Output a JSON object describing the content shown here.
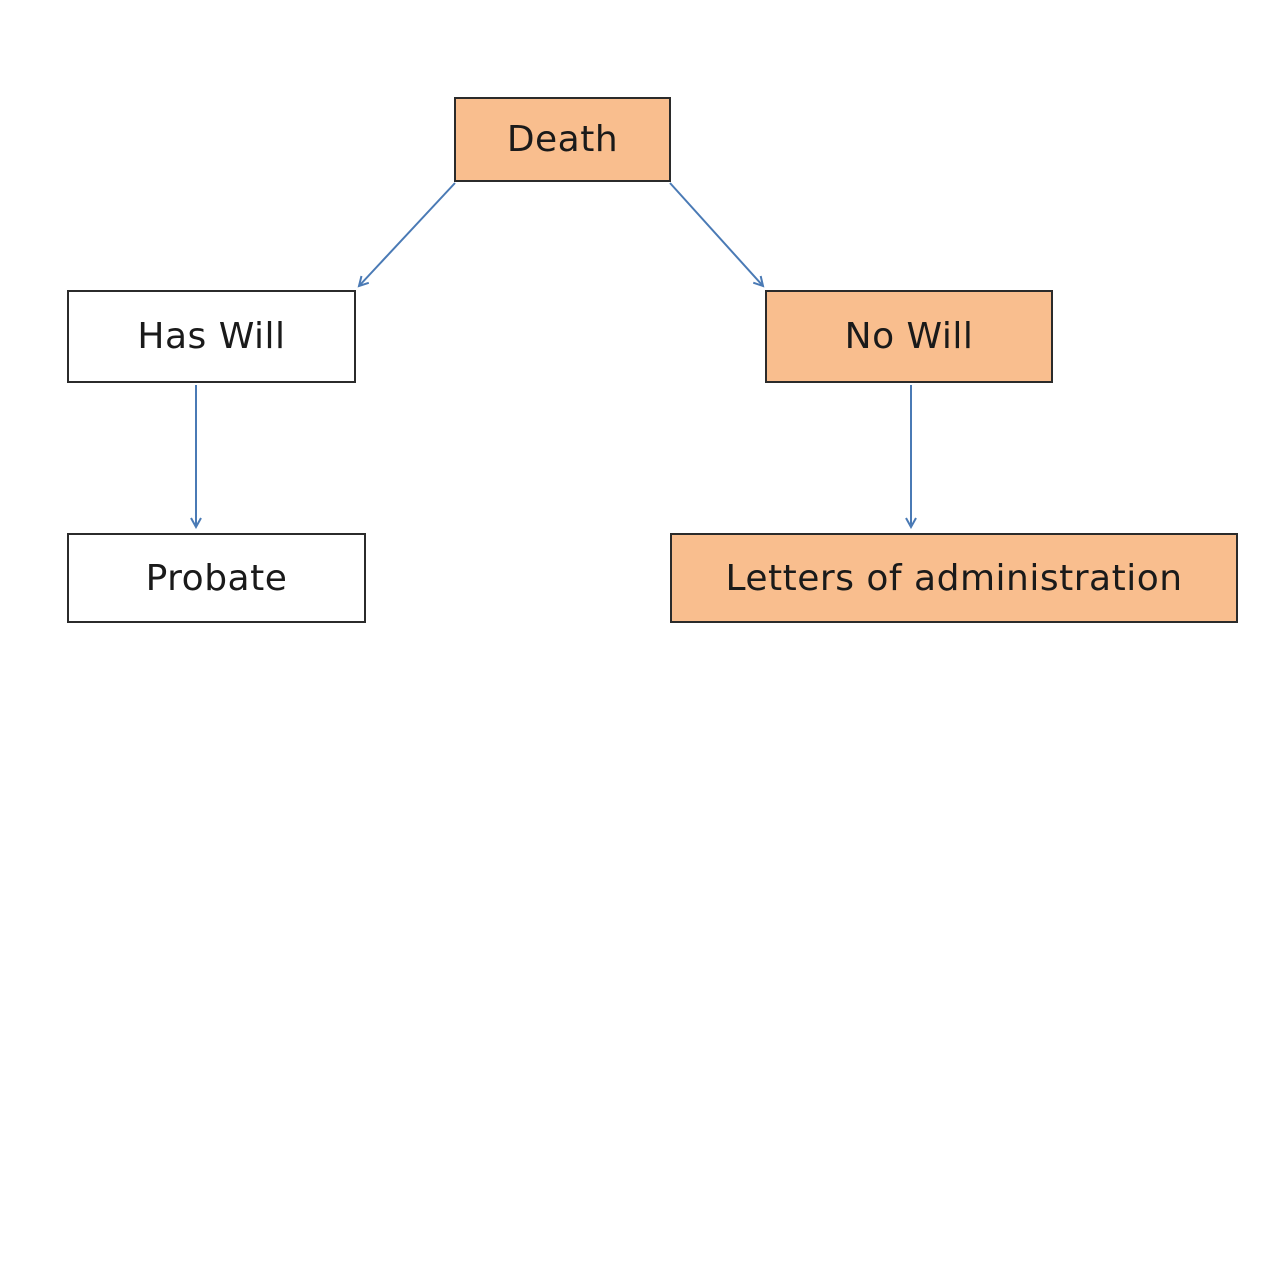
{
  "diagram": {
    "nodes": {
      "death": {
        "label": "Death",
        "highlighted": true
      },
      "has_will": {
        "label": "Has Will",
        "highlighted": false
      },
      "no_will": {
        "label": "No Will",
        "highlighted": true
      },
      "probate": {
        "label": "Probate",
        "highlighted": false
      },
      "letters": {
        "label": "Letters of administration",
        "highlighted": true
      }
    },
    "edges": [
      {
        "from": "death",
        "to": "has_will"
      },
      {
        "from": "death",
        "to": "no_will"
      },
      {
        "from": "has_will",
        "to": "probate"
      },
      {
        "from": "no_will",
        "to": "letters"
      }
    ],
    "colors": {
      "highlight_fill": "#f9be8e",
      "plain_fill": "#ffffff",
      "border": "#2b2b2b",
      "arrow": "#4a7ab5"
    }
  }
}
